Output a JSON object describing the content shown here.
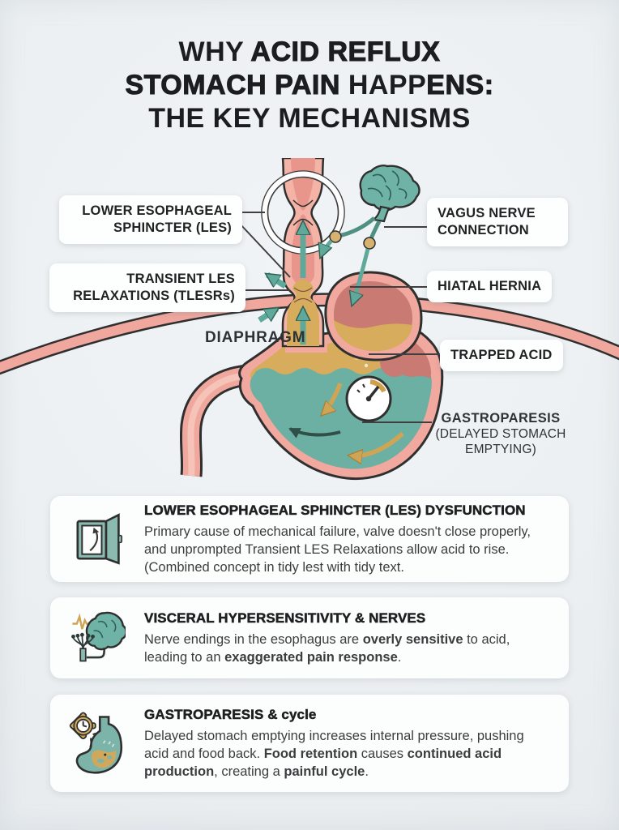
{
  "title": {
    "line1": [
      {
        "t": "WHY "
      },
      {
        "t": "ACID REFLUX",
        "b": true
      }
    ],
    "line2": [
      {
        "t": "STOMACH PAIN",
        "b": true
      },
      {
        "t": " HAPP"
      },
      {
        "t": "ENS:",
        "b": true
      }
    ],
    "line3": [
      {
        "t": "THE KEY MECHANISMS"
      }
    ]
  },
  "diagram": {
    "labels": {
      "les": "LOWER ESOPHAGEAL SPHINCTER (LES)",
      "tlesr": "TRANSIENT LES RELAXATIONS (TLESRs)",
      "vagus": "VAGUS NERVE CONNECTION",
      "hiatal": "HIATAL HERNIA",
      "diaphragm": "DIAPHRAGM",
      "trapped": "TRAPPED ACID",
      "gastro_title": "GASTROPARESIS",
      "gastro_sub": "(DELAYED STOMACH EMPTYING)"
    },
    "icons": [
      "brain-icon",
      "vagus-nerve-icon",
      "magnifier-circle-icon",
      "pressure-gauge-icon",
      "reflux-arrows-icon",
      "stomach-illustration"
    ]
  },
  "cards": [
    {
      "icon": "open-door-icon",
      "title": "LOWER ESOPHAGEAL SPHINCTER (LES) DYSFUNCTION",
      "body": [
        {
          "t": "Primary cause of mechanical failure, valve doesn't close properly, and unprompted Transient LES Relaxations allow acid to rise. (Combined concept in tidy lest with tidy text."
        }
      ]
    },
    {
      "icon": "brain-nerves-icon",
      "title": "VISCERAL HYPERSENSITIVITY & NERVES",
      "body": [
        {
          "t": "Nerve endings in the esophagus are "
        },
        {
          "t": "overly sensitive",
          "b": true
        },
        {
          "t": " to acid, leading to an "
        },
        {
          "t": "exaggerated pain response",
          "b": true
        },
        {
          "t": "."
        }
      ]
    },
    {
      "icon": "stomach-gear-icon",
      "title": "GASTROPARESIS & cycle",
      "body": [
        {
          "t": "Delayed stomach emptying increases internal pressure, pushing acid and food back. "
        },
        {
          "t": "Food retention",
          "b": true
        },
        {
          "t": " causes "
        },
        {
          "t": "continued acid production",
          "b": true
        },
        {
          "t": ", creating a "
        },
        {
          "t": "painful cycle",
          "b": true
        },
        {
          "t": "."
        }
      ]
    }
  ],
  "colors": {
    "background": "#edf1f3",
    "teal": "#6fb3a6",
    "gold": "#d7ac5c",
    "pink_wall": "#f1a89e",
    "red_acid": "#c97a73",
    "ink": "#222222",
    "card_bg": "#fcfdfd"
  }
}
